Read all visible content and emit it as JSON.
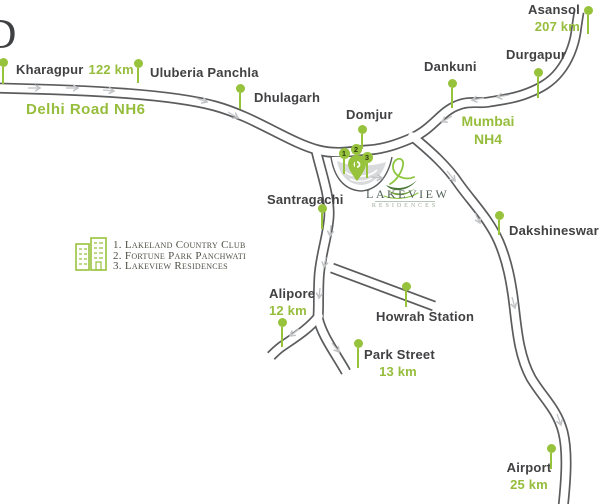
{
  "map": {
    "partial_letter": "D",
    "road_labels": {
      "nh6": "Delhi Road NH6",
      "nh4_line1": "Mumbai",
      "nh4_line2": "NH4"
    },
    "locations": [
      {
        "name": "Kharagpur",
        "distance": "122 km"
      },
      {
        "name": "Uluberia Panchla",
        "distance": ""
      },
      {
        "name": "Dhulagarh",
        "distance": ""
      },
      {
        "name": "Domjur",
        "distance": ""
      },
      {
        "name": "Dankuni",
        "distance": ""
      },
      {
        "name": "Durgapur",
        "distance": ""
      },
      {
        "name": "Asansol",
        "distance": "207 km"
      },
      {
        "name": "Santragachi",
        "distance": ""
      },
      {
        "name": "Dakshineswar",
        "distance": ""
      },
      {
        "name": "Alipore",
        "distance": "12 km"
      },
      {
        "name": "Howrah Station",
        "distance": ""
      },
      {
        "name": "Park Street",
        "distance": "13 km"
      },
      {
        "name": "Airport",
        "distance": "25 km"
      }
    ],
    "site_pins": [
      "1",
      "2",
      "3"
    ],
    "legend": {
      "items": [
        "1. Lakeland Country Club",
        "2. Fortune Park Panchwati",
        "3. Lakeview Residences"
      ]
    },
    "logo": {
      "wordmark": "LAKEVIEW",
      "tagline": "RESIDENCES"
    },
    "colors": {
      "pin_green": "#97c23c",
      "label_green": "#96bd3c",
      "road_gray": "#5b5c5e",
      "arrow_gray": "#c2c3c5",
      "label_dark": "#414042",
      "logo_green_dark": "#4c7a3d",
      "logo_text": "#4f5f55",
      "legend_text": "#4f4f46"
    }
  }
}
